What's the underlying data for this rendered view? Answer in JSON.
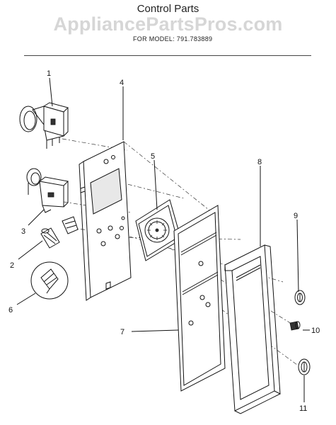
{
  "header": {
    "title": "Control Parts",
    "watermark": "AppliancePartsPros.com",
    "model_line": "FOR MODEL: 791.783889"
  },
  "callouts": [
    "1",
    "2",
    "3",
    "4",
    "5",
    "6",
    "7",
    "8",
    "9",
    "10",
    "11"
  ]
}
